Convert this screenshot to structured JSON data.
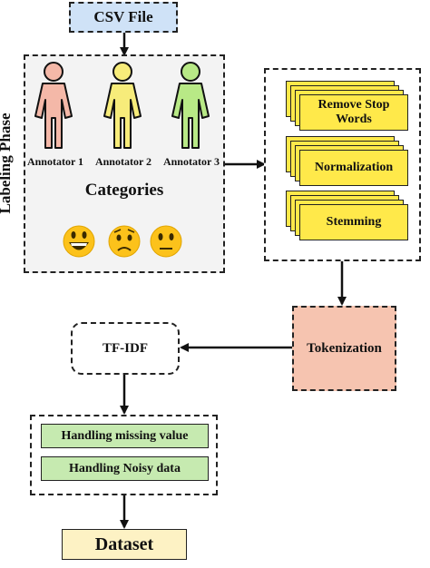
{
  "nodes": {
    "csv_file": "CSV File",
    "labeling_phase": "Labeling Phase",
    "annotators": [
      "Annotator 1",
      "Annotator 2",
      "Annotator 3"
    ],
    "categories": "Categories",
    "remove_stop_words": "Remove Stop Words",
    "normalization": "Normalization",
    "stemming": "Stemming",
    "tokenization": "Tokenization",
    "tf_idf": "TF-IDF",
    "handling_missing": "Handling missing value",
    "handling_noisy": "Handling Noisy data",
    "dataset": "Dataset"
  },
  "colors": {
    "annotator_1": "#f4b8a8",
    "annotator_2": "#f7ec7a",
    "annotator_3": "#b8e986",
    "csv_fill": "#cfe2f7",
    "stack_fill": "#ffe94a",
    "tokenization_fill": "#f6c4b0",
    "handling_fill": "#c6eab0",
    "dataset_fill": "#fdf2c4"
  },
  "emojis": [
    "grinning-face",
    "worried-face",
    "neutral-face"
  ]
}
